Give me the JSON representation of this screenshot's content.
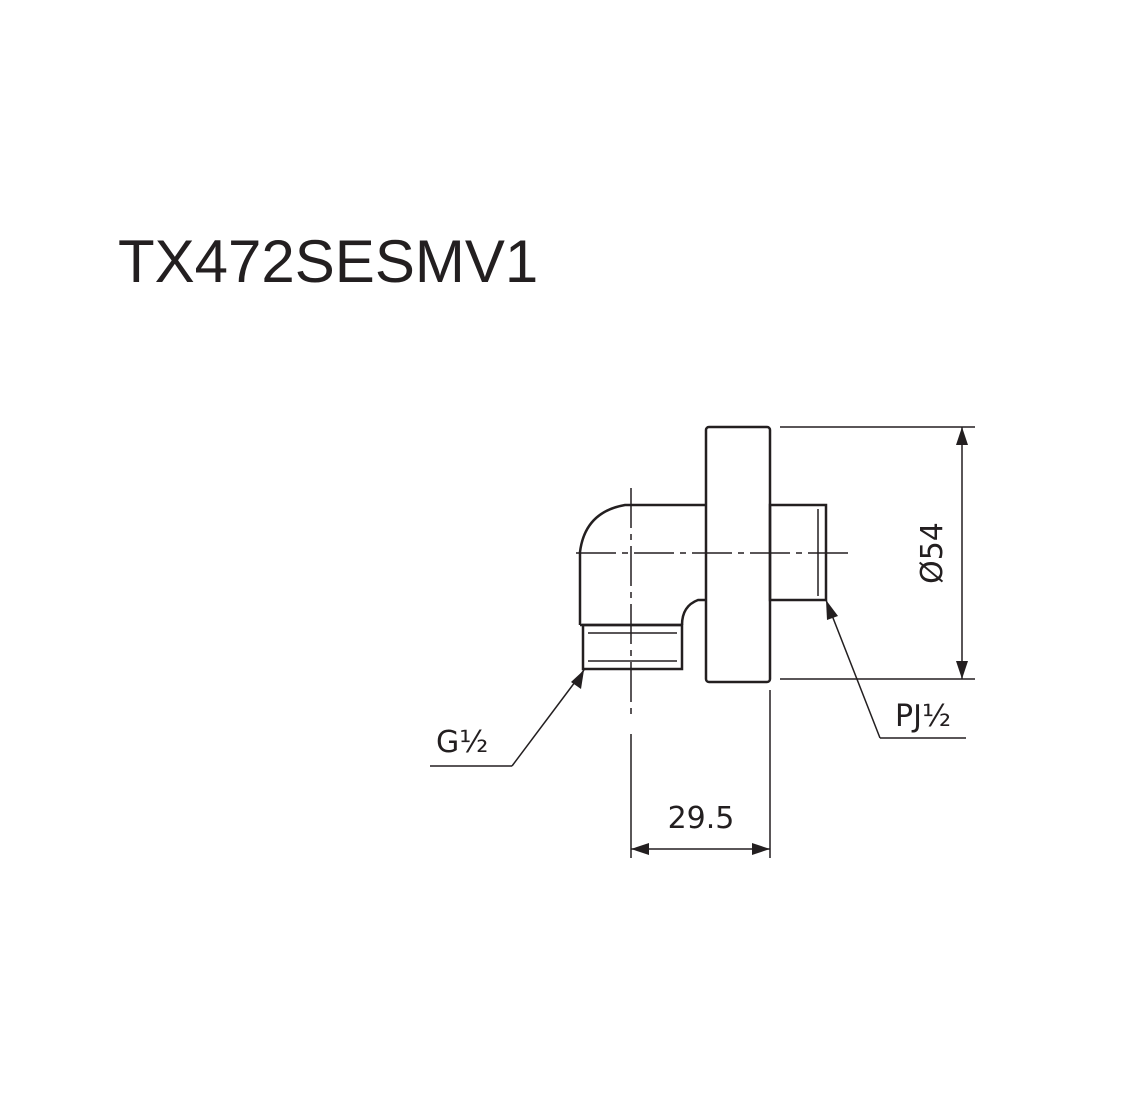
{
  "title": "TX472SESMV1",
  "colors": {
    "line": "#231f20",
    "background": "#ffffff"
  },
  "dimensions": {
    "diameter": "Ø54",
    "width": "29.5",
    "thread_left": "G½",
    "thread_right": "PJ½"
  }
}
